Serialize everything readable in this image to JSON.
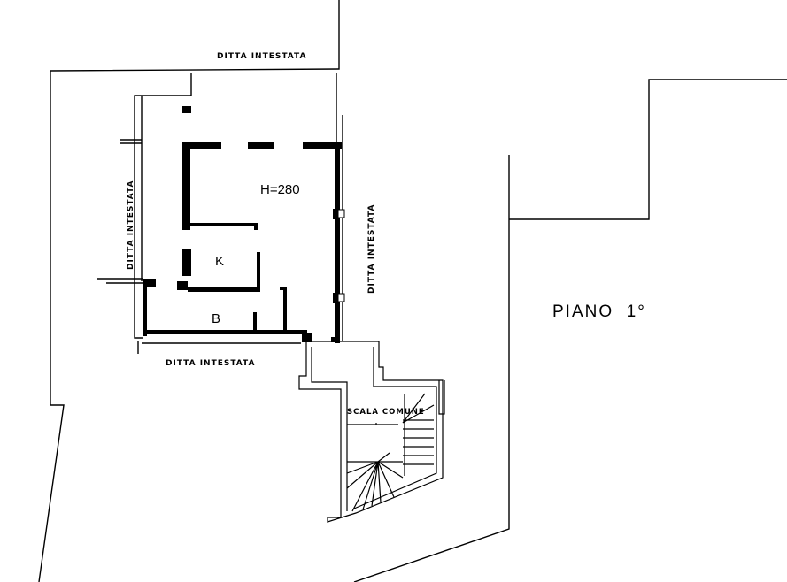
{
  "plan": {
    "floor_label": "PIANO  1°",
    "neighbor_labels": {
      "top": "DITTA INTESTATA",
      "left": "DITTA INTESTATA",
      "right": "DITTA INTESTATA",
      "bottom": "DITTA INTESTATA"
    },
    "height_label": "H=280",
    "rooms": {
      "kitchen": "K",
      "bathroom": "B"
    },
    "stair_label": "SCALA COMUNE"
  },
  "colors": {
    "line": "#000000",
    "background": "#ffffff"
  }
}
